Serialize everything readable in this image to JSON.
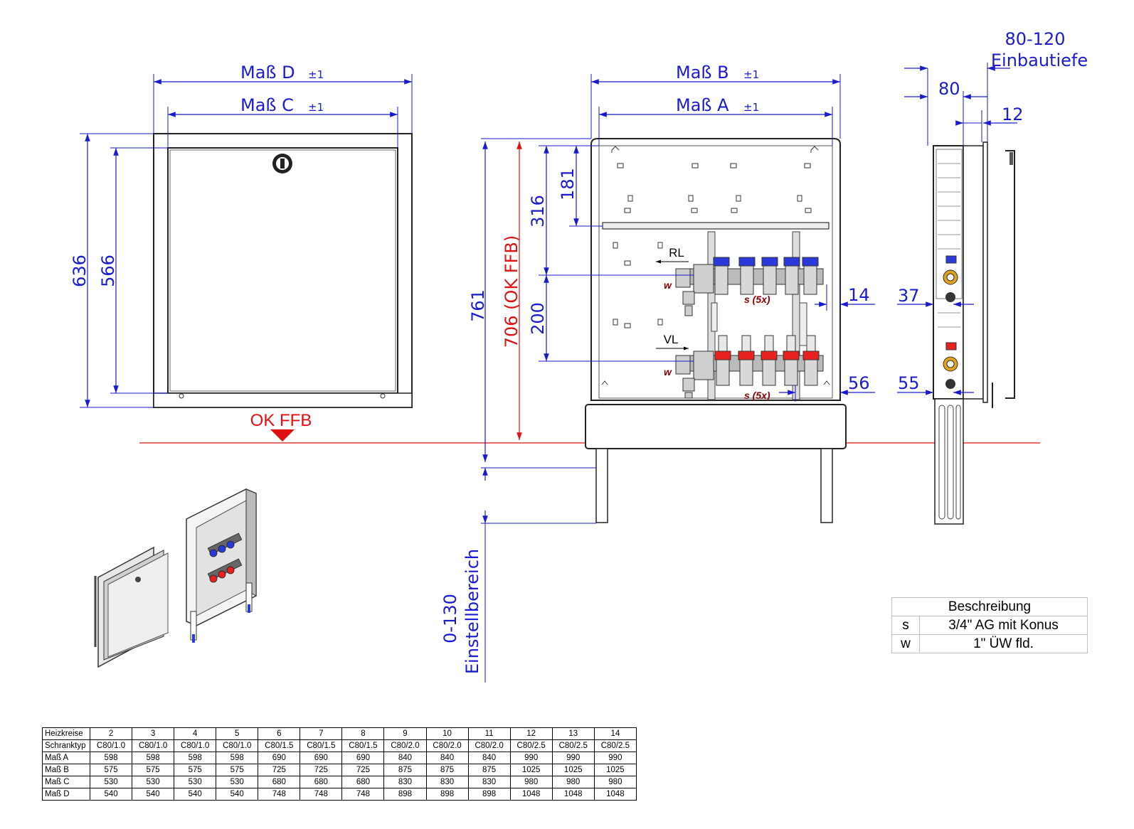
{
  "labels": {
    "mass_d": "Maß D",
    "mass_c": "Maß C",
    "mass_b": "Maß B",
    "mass_a": "Maß A",
    "tol": "±1",
    "dim_636": "636",
    "dim_566": "566",
    "dim_761": "761",
    "dim_706": "706 (OK FFB)",
    "dim_316": "316",
    "dim_181": "181",
    "dim_200": "200",
    "dim_14": "14",
    "dim_56": "56",
    "dim_80_120": "80-120",
    "einbautiefe": "Einbautiefe",
    "dim_80": "80",
    "dim_12": "12",
    "dim_37": "37",
    "dim_55": "55",
    "ok_ffb": "OK FFB",
    "range_0_130": "0-130",
    "einstellbereich": "Einstellbereich",
    "rl": "RL",
    "vl": "VL",
    "w": "w",
    "s5x": "s (5x)"
  },
  "legend": {
    "header": "Beschreibung",
    "rows": [
      {
        "key": "s",
        "desc": "3/4\" AG mit Konus"
      },
      {
        "key": "w",
        "desc": "1\" ÜW fld."
      }
    ]
  },
  "table": {
    "header_label": "Heizkreise",
    "columns": [
      "2",
      "3",
      "4",
      "5",
      "6",
      "7",
      "8",
      "9",
      "10",
      "11",
      "12",
      "13",
      "14"
    ],
    "rows": [
      {
        "label": "Schranktyp",
        "values": [
          "C80/1.0",
          "C80/1.0",
          "C80/1.0",
          "C80/1.0",
          "C80/1.5",
          "C80/1.5",
          "C80/1.5",
          "C80/2.0",
          "C80/2.0",
          "C80/2.0",
          "C80/2.5",
          "C80/2.5",
          "C80/2.5"
        ]
      },
      {
        "label": "Maß A",
        "values": [
          "598",
          "598",
          "598",
          "598",
          "690",
          "690",
          "690",
          "840",
          "840",
          "840",
          "990",
          "990",
          "990"
        ]
      },
      {
        "label": "Maß B",
        "values": [
          "575",
          "575",
          "575",
          "575",
          "725",
          "725",
          "725",
          "875",
          "875",
          "875",
          "1025",
          "1025",
          "1025"
        ]
      },
      {
        "label": "Maß C",
        "values": [
          "530",
          "530",
          "530",
          "530",
          "680",
          "680",
          "680",
          "830",
          "830",
          "830",
          "980",
          "980",
          "980"
        ]
      },
      {
        "label": "Maß D",
        "values": [
          "540",
          "540",
          "540",
          "540",
          "748",
          "748",
          "748",
          "898",
          "898",
          "898",
          "1048",
          "1048",
          "1048"
        ]
      }
    ]
  },
  "colors": {
    "dimension": "#1a1ad0",
    "reference": "#e01010",
    "return_valve": "#2a3ad8",
    "flow_valve": "#e82020",
    "label_w": "#8b0000"
  }
}
